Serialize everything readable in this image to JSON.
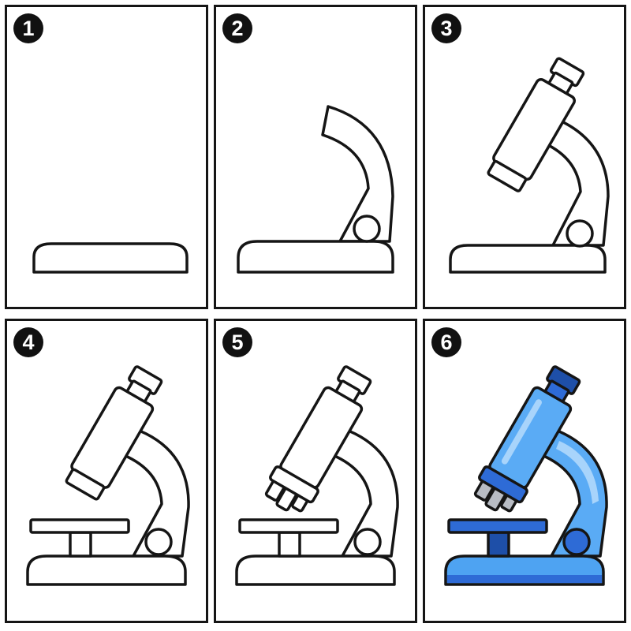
{
  "steps": [
    {
      "number": "1"
    },
    {
      "number": "2"
    },
    {
      "number": "3"
    },
    {
      "number": "4"
    },
    {
      "number": "5"
    },
    {
      "number": "6"
    }
  ],
  "colors": {
    "outline": "#151515",
    "badge": "#111111",
    "fill_body": "#5aabf5",
    "fill_highlight": "#a8d4fb",
    "fill_stage": "#2e6bd6",
    "fill_dark": "#1e4fa8",
    "fill_lens": "#b8bcc4",
    "fill_base": "#4ea3f2"
  }
}
